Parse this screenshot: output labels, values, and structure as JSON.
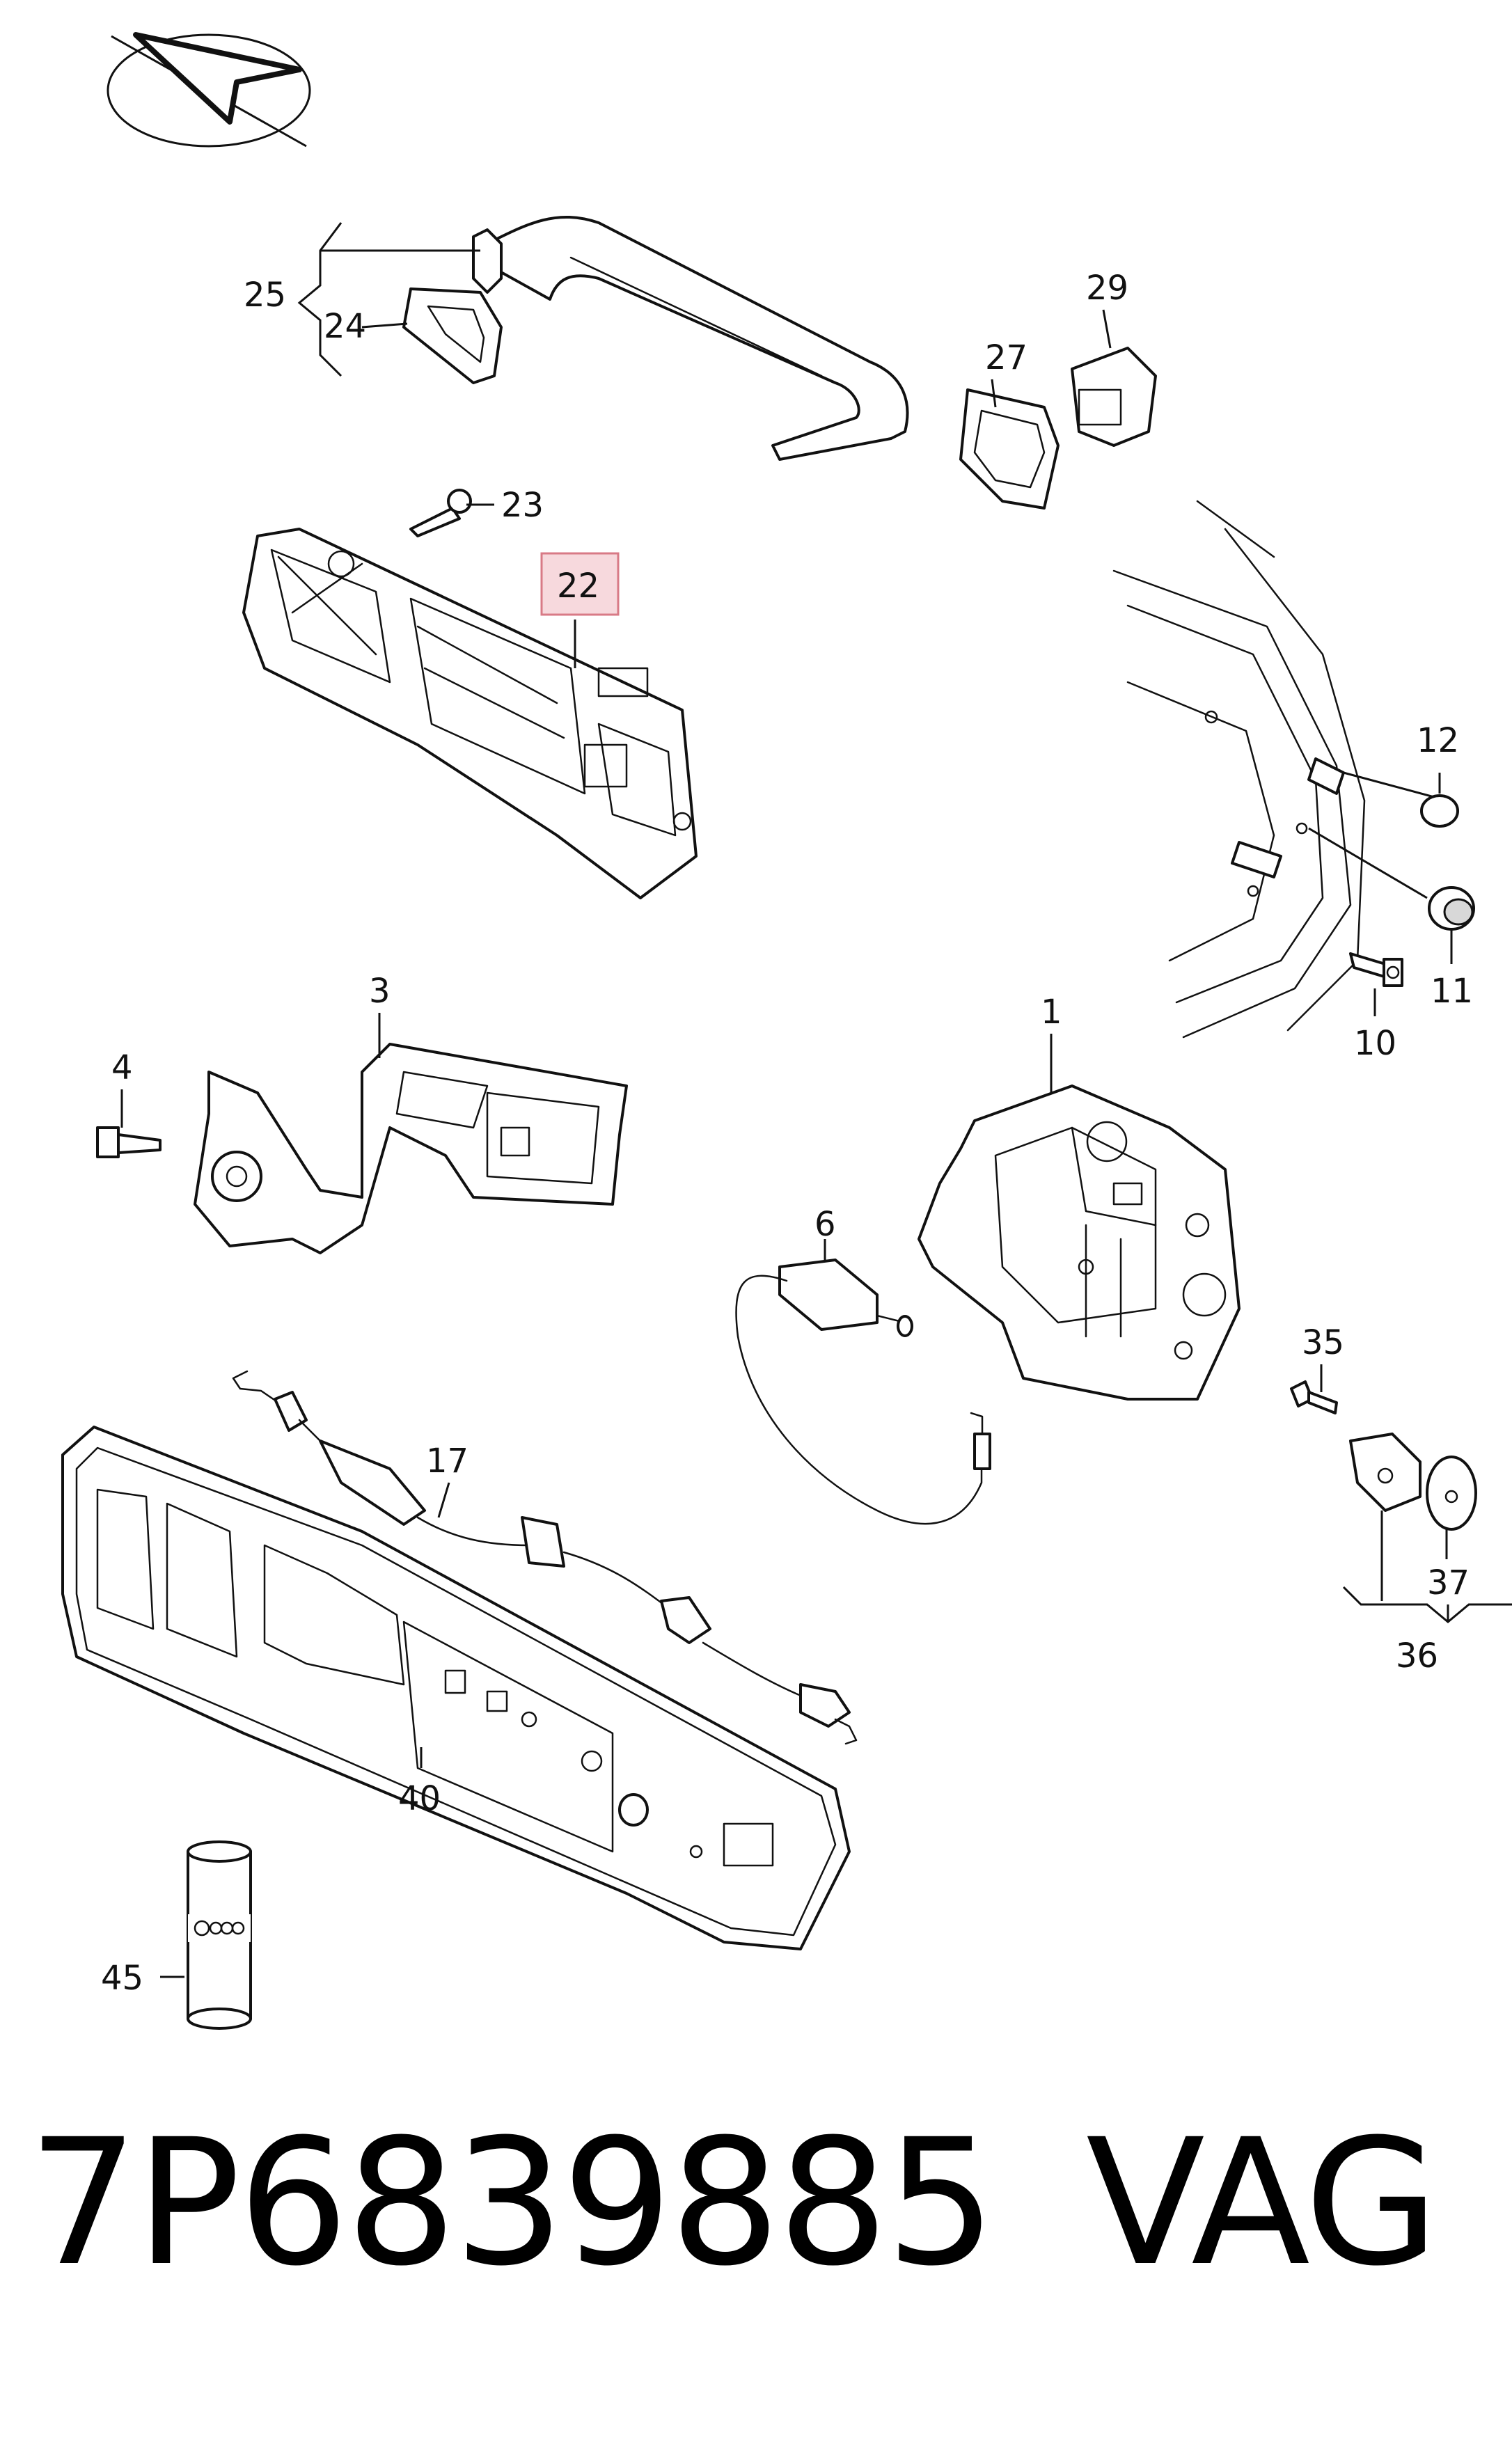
{
  "callouts": {
    "c1": "1",
    "c3": "3",
    "c4": "4",
    "c6": "6",
    "c10": "10",
    "c11": "11",
    "c12": "12",
    "c17": "17",
    "c22": "22",
    "c23": "23",
    "c24": "24",
    "c25": "25",
    "c27": "27",
    "c29": "29",
    "c35": "35",
    "c36": "36",
    "c37": "37",
    "c40": "40",
    "c45": "45"
  },
  "highlighted_callout": "22",
  "colors": {
    "highlight_fill": "#f7d9dd",
    "highlight_stroke": "#d87a86",
    "line": "#111111"
  },
  "icons": [
    "orientation-arrow-icon"
  ],
  "footer": {
    "part_number": "7P6839885",
    "brand": "VAG"
  }
}
